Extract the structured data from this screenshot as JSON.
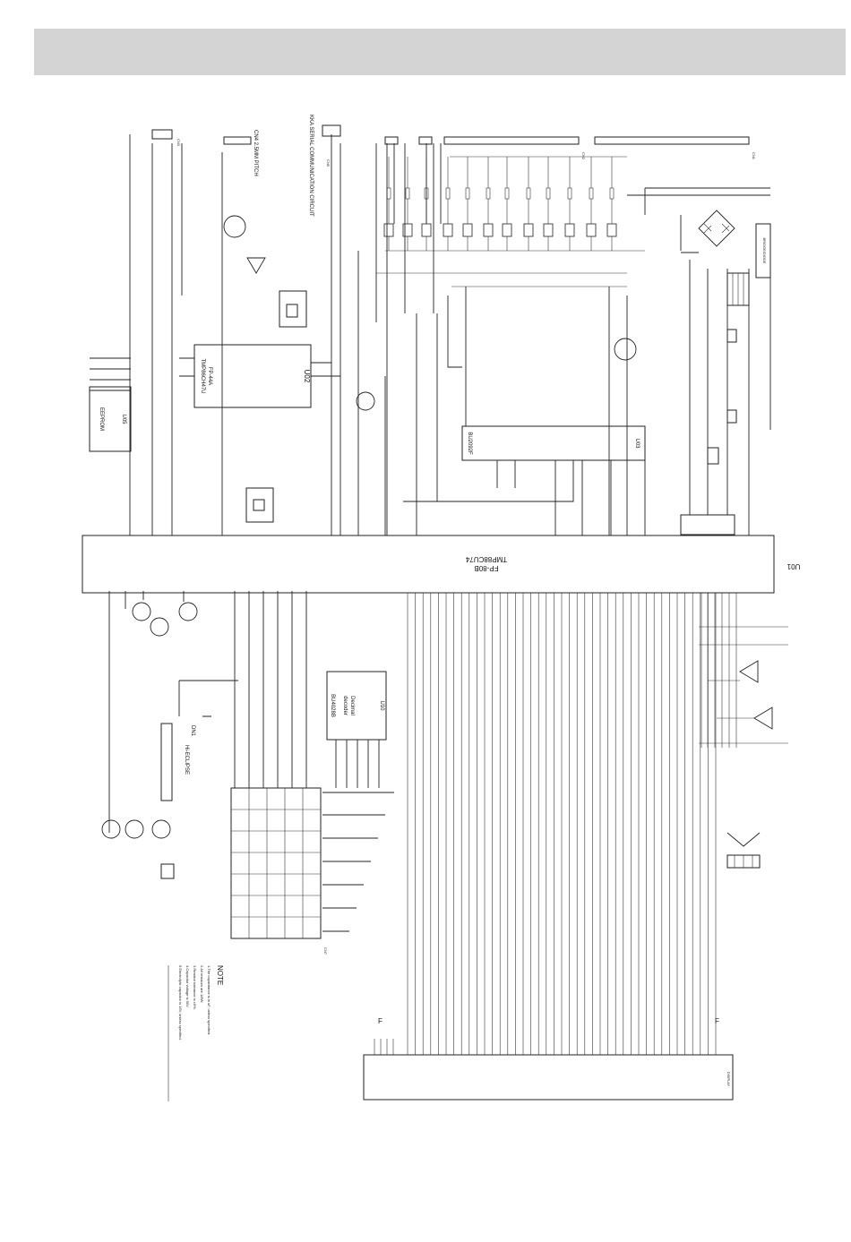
{
  "chips": {
    "u01": {
      "ref": "U01",
      "part": "TMP88CU74",
      "package": "FP-80B"
    },
    "u02": {
      "ref": "U02",
      "part": "TMP86CH47U",
      "package": "FP-44A"
    },
    "u03": {
      "ref": "U03",
      "part": "BU2092F"
    },
    "u05": {
      "ref": "U05",
      "part": "EEPROM"
    },
    "u10": {
      "ref": "U10",
      "part": "Decimal",
      "part2": "decoder",
      "part3": "BU4028B"
    }
  },
  "labels": {
    "cn4_pitch": "CN4 2.5MM PITCH",
    "serial_circuit": "KKA SERIAL COMMUNICATION CIRCUIT",
    "eclipse": "Hi-ECLIPSE",
    "note_title": "NOTE",
    "cn7": "CN7",
    "cn5": "CN5",
    "cn1": "CN1",
    "cn3": "CN3",
    "cn2": "CN2",
    "dn1": "DN1",
    "f_left": "F",
    "f_right": "F",
    "bridge": "BRIDGE/DIODE",
    "bottom_connector": "DISPLAY"
  },
  "notes": [
    "1.The capacitance is in uF, unless specified.",
    "2.All resistors are 1/8W.",
    "3.Resistor tolerance is ±5%.",
    "4.Capacitor voltage is 50V.",
    "5.Electrolytic capacitor is 16V, unless specified."
  ]
}
